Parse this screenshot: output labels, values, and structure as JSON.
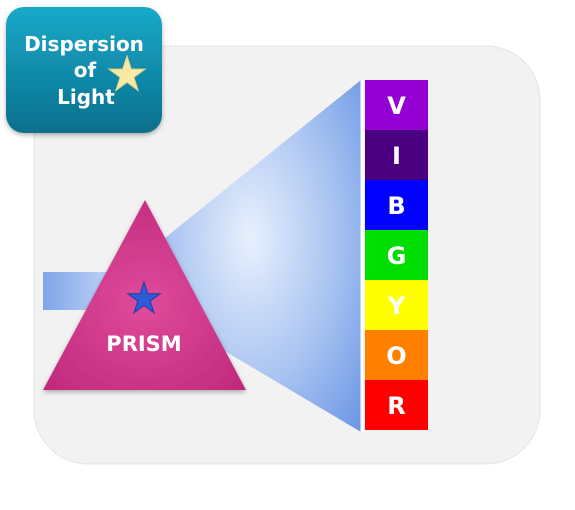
{
  "badge": {
    "line1": "Dispersion",
    "line2": "of",
    "line3": "Light",
    "icon": "star-icon",
    "color_top": "#15a3c4",
    "color_bottom": "#0a6f8e"
  },
  "prism": {
    "label": "PRISM",
    "icon": "star-icon",
    "color": "#d63a8e"
  },
  "spectrum": {
    "bands": [
      {
        "letter": "V",
        "color": "#9400d3"
      },
      {
        "letter": "I",
        "color": "#4b0082"
      },
      {
        "letter": "B",
        "color": "#0000ff"
      },
      {
        "letter": "G",
        "color": "#00dd00"
      },
      {
        "letter": "Y",
        "color": "#ffff00"
      },
      {
        "letter": "O",
        "color": "#ff7f00"
      },
      {
        "letter": "R",
        "color": "#ff0000"
      }
    ]
  }
}
